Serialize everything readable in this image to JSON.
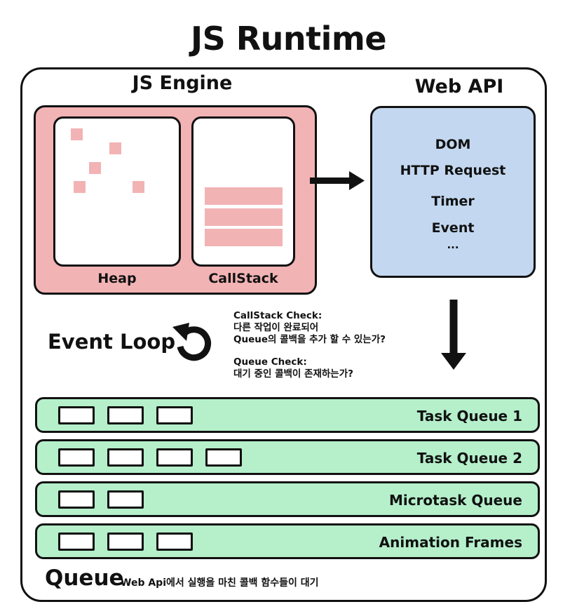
{
  "title": "JS Runtime",
  "engine": {
    "label": "JS Engine",
    "heap_label": "Heap",
    "callstack_label": "CallStack"
  },
  "web_api": {
    "label": "Web API",
    "items": [
      "DOM",
      "HTTP Request",
      "Timer",
      "Event",
      "..."
    ]
  },
  "event_loop": {
    "label": "Event Loop",
    "callstack_check": [
      "CallStack Check:",
      "다른 작업이 완료되어",
      "Queue의 콜백을 추가 할 수 있는가?"
    ],
    "queue_check": [
      "Queue Check:",
      "대기 중인 콜백이  존재하는가?"
    ]
  },
  "queues": [
    {
      "label": "Task Queue 1",
      "slots": 3
    },
    {
      "label": "Task Queue 2",
      "slots": 4
    },
    {
      "label": "Microtask Queue",
      "slots": 2
    },
    {
      "label": "Animation Frames",
      "slots": 3
    }
  ],
  "queue_section": {
    "title": "Queue",
    "description": "Web Api에서 실행을 마친 콜백 함수들이 대기"
  },
  "colors": {
    "engine": "#f2b3b5",
    "web_api": "#c3d8f0",
    "queue": "#b5f0cb",
    "outline": "#111111"
  }
}
